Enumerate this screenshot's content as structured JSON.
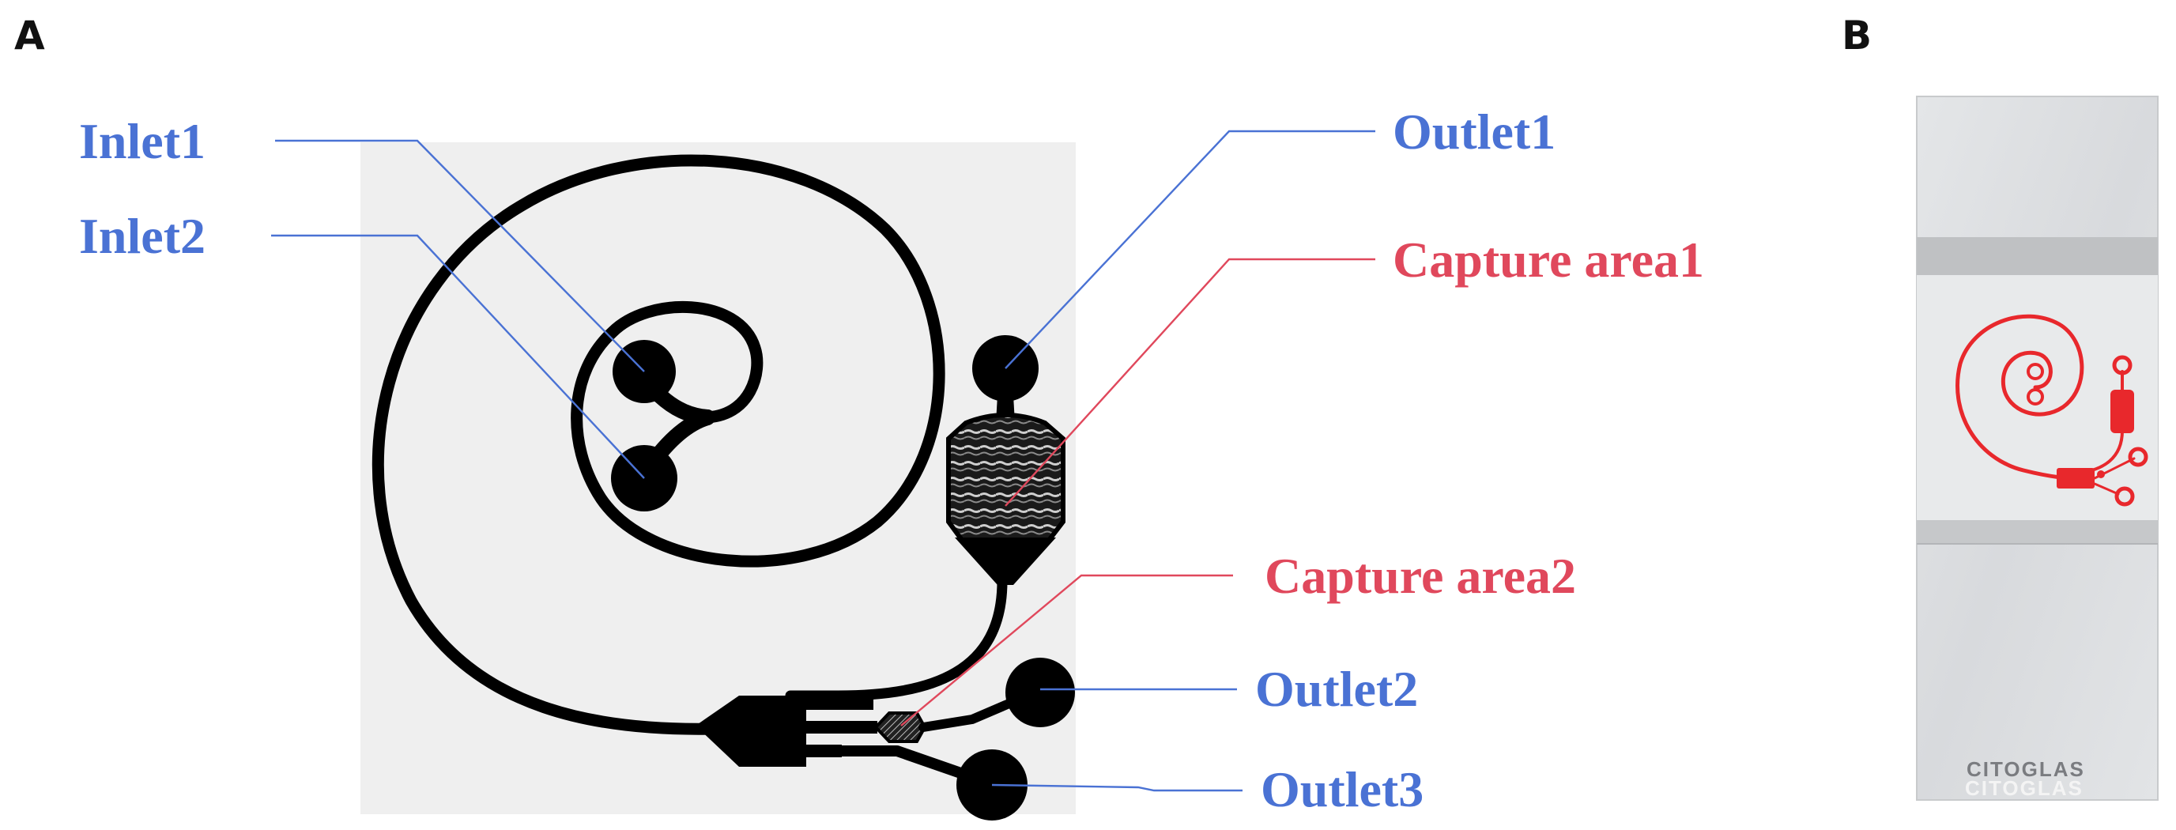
{
  "panels": {
    "a": "A",
    "b": "B"
  },
  "labels": {
    "inlet1": "Inlet1",
    "inlet2": "Inlet2",
    "outlet1": "Outlet1",
    "outlet2": "Outlet2",
    "outlet3": "Outlet3",
    "capture_area1": "Capture area1",
    "capture_area2": "Capture area2"
  },
  "photo": {
    "brand_text": "CITOGLAS"
  },
  "colors": {
    "inlet_outlet_label": "#4a72d4",
    "capture_label": "#e0485c",
    "channel": "#000000",
    "chip_background": "#efefef",
    "photo_channel": "#e8282c"
  }
}
